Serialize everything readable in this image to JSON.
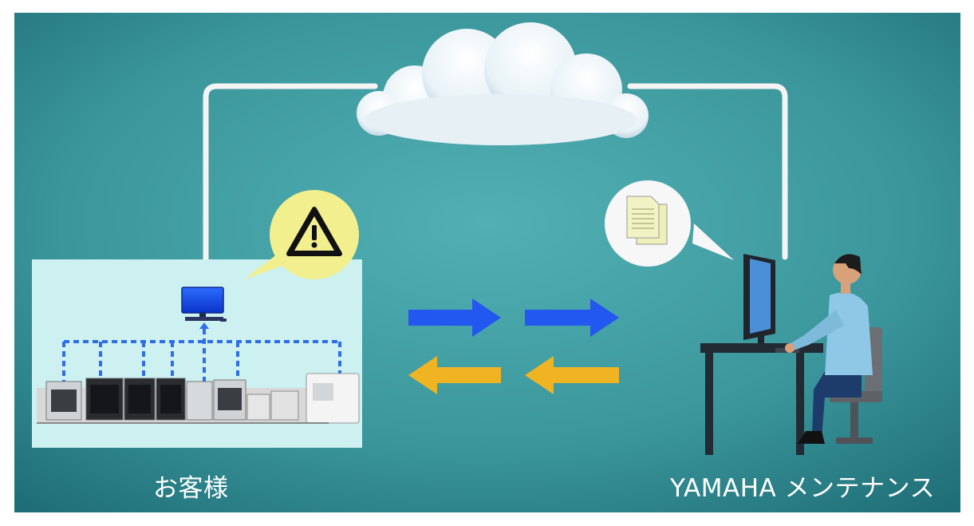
{
  "labels": {
    "customer": "お客様",
    "maintenance": "YAMAHA メンテナンス"
  },
  "icons": {
    "cloud": "cloud-icon",
    "warning": "warning-icon",
    "document": "document-icon",
    "monitor": "monitor-icon",
    "operator": "operator-at-desk",
    "production_line": "production-line-machines"
  },
  "colors": {
    "background": "#3c9a9f",
    "panel": "#cdf0f1",
    "arrow_outbound": "#2257f0",
    "arrow_inbound": "#f0b422",
    "warning_bubble": "#f2ef8e",
    "connector_line": "#f4f4f4",
    "network_dashes": "#2f6ee8"
  }
}
